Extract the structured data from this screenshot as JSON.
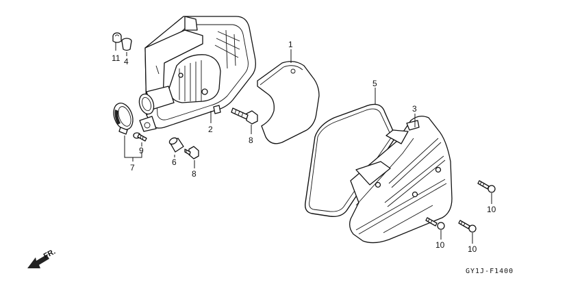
{
  "diagram": {
    "callouts": [
      {
        "id": "c11",
        "text": "11"
      },
      {
        "id": "c4a",
        "text": "4"
      },
      {
        "id": "c1",
        "text": "1"
      },
      {
        "id": "c5",
        "text": "5"
      },
      {
        "id": "c3",
        "text": "3"
      },
      {
        "id": "c2",
        "text": "2"
      },
      {
        "id": "c8a",
        "text": "8"
      },
      {
        "id": "c9",
        "text": "9"
      },
      {
        "id": "c7",
        "text": "7"
      },
      {
        "id": "c6",
        "text": "6"
      },
      {
        "id": "c8b",
        "text": "8"
      },
      {
        "id": "c10a",
        "text": "10"
      },
      {
        "id": "c10b",
        "text": "10"
      },
      {
        "id": "c10c",
        "text": "10"
      }
    ],
    "direction_label": "FR.",
    "drawing_code": "GY1J-F1400"
  }
}
